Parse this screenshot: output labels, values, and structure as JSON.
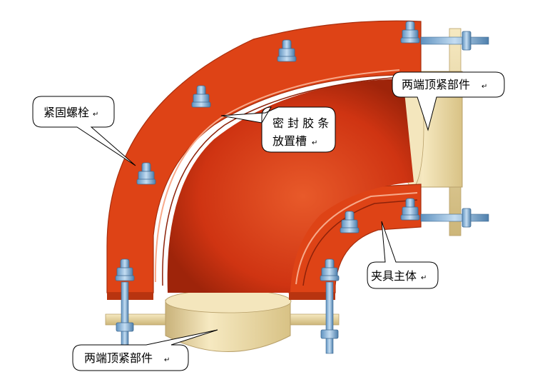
{
  "labels": {
    "bolt": "紧固螺栓",
    "seal_line1": "密 封 胶 条",
    "seal_line2": "放置槽",
    "end_top": "两端顶紧部件",
    "clamp_body": "夹具主体",
    "end_bottom": "两端顶紧部件",
    "return_mark": "↵"
  },
  "colors": {
    "body_orange": "#de4316",
    "body_dark": "#b83410",
    "inner_red": "#d53a14",
    "brass": "#eedcaa",
    "brass_dark": "#d8c285",
    "bolt": "#87b6de",
    "bolt_dark": "#4e7fac",
    "callout_stroke": "#000000"
  }
}
